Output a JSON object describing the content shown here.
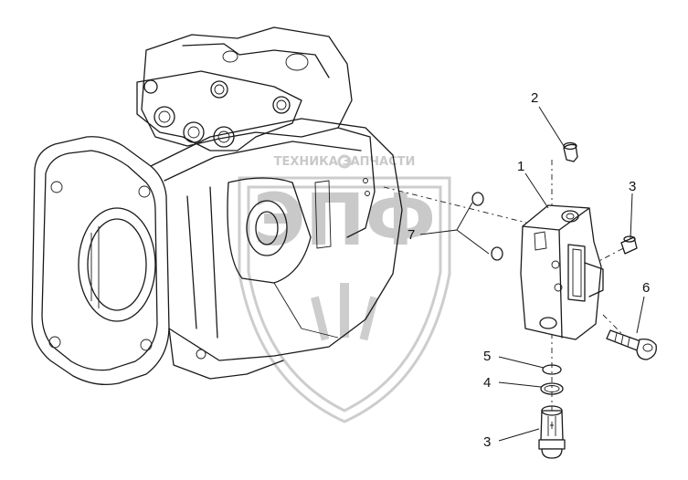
{
  "watermark": {
    "brand_text": "ТЕХНИКА ЗАПЧАСТИ",
    "logo_text": "ЭПФ"
  },
  "callouts": [
    {
      "label": "1"
    },
    {
      "label": "2"
    },
    {
      "label": "3"
    },
    {
      "label": "7"
    },
    {
      "label": "6"
    },
    {
      "label": "5"
    },
    {
      "label": "4"
    },
    {
      "label": "3"
    }
  ]
}
